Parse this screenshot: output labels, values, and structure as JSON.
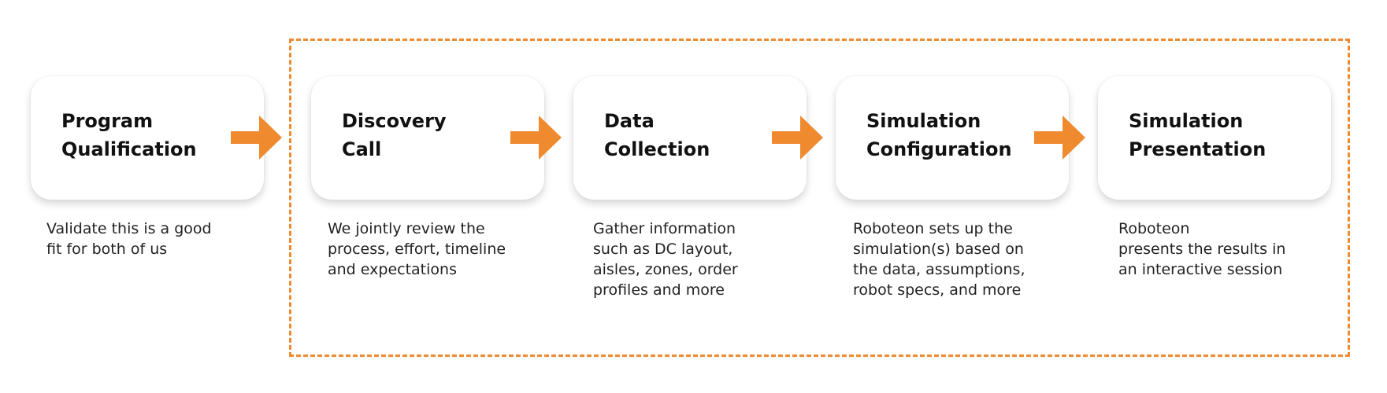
{
  "accent_color": "#ef8a2f",
  "arrow_icon": "arrow-right-icon",
  "steps": [
    {
      "title": "Program\nQualification",
      "description": "Validate this is a good\nfit for both of us"
    },
    {
      "title": "Discovery\nCall",
      "description": "We jointly review the\nprocess, effort, timeline\nand expectations"
    },
    {
      "title": "Data\nCollection",
      "description": "Gather information\nsuch as DC layout,\naisles, zones, order\nprofiles and more"
    },
    {
      "title": "Simulation\nConfiguration",
      "description": "Roboteon sets up the\nsimulation(s) based on\nthe data, assumptions,\nrobot specs,  and more"
    },
    {
      "title": "Simulation\nPresentation",
      "description": "Roboteon\npresents the results in\nan interactive session"
    }
  ]
}
